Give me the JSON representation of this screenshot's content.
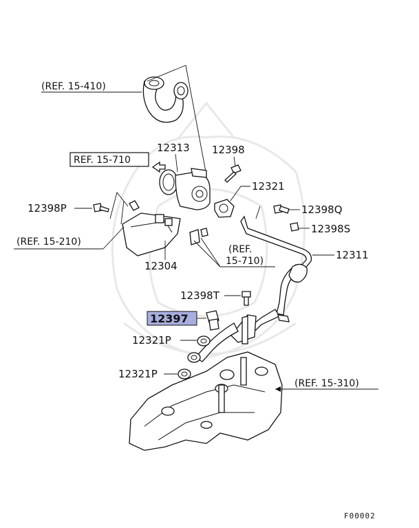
{
  "refs": {
    "r15410": "(REF. 15-410)",
    "r15710a": "REF. 15-710",
    "r15210": "(REF. 15-210)",
    "r15710b_1": "(REF.",
    "r15710b_2": "15-710)",
    "r15310": "(REF. 15-310)"
  },
  "parts": {
    "p12313": "12313",
    "p12398": "12398",
    "p12321a": "12321",
    "p12398P": "12398P",
    "p12398Q": "12398Q",
    "p12398S": "12398S",
    "p12304": "12304",
    "p12311": "12311",
    "p12398T": "12398T",
    "p12397": "12397",
    "p12321b": "12321P",
    "p12321c": "12321P"
  },
  "highlight_color": "#a9aee0",
  "figure_code": "F00002"
}
